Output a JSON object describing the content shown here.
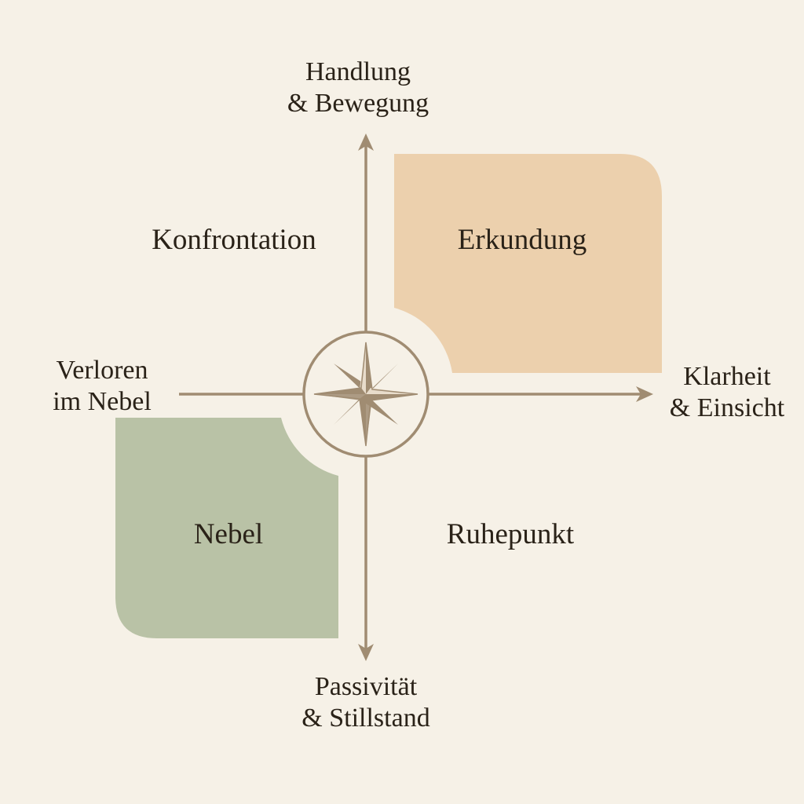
{
  "colors": {
    "background": "#f6f1e7",
    "axis": "#a08c72",
    "quadrant_top_right": "#ecd0ad",
    "quadrant_bottom_left": "#b9c2a6",
    "text": "#2a2218"
  },
  "axes": {
    "top": {
      "line1": "Handlung",
      "line2": "& Bewegung"
    },
    "bottom": {
      "line1": "Passivität",
      "line2": "& Stillstand"
    },
    "left": {
      "line1": "Verloren",
      "line2": "im Nebel"
    },
    "right": {
      "line1": "Klarheit",
      "line2": "& Einsicht"
    }
  },
  "quadrants": {
    "top_left": {
      "label": "Konfrontation",
      "filled": false
    },
    "top_right": {
      "label": "Erkundung",
      "filled": true
    },
    "bottom_left": {
      "label": "Nebel",
      "filled": true
    },
    "bottom_right": {
      "label": "Ruhepunkt",
      "filled": false
    }
  },
  "center": {
    "icon": "compass-rose-icon"
  }
}
